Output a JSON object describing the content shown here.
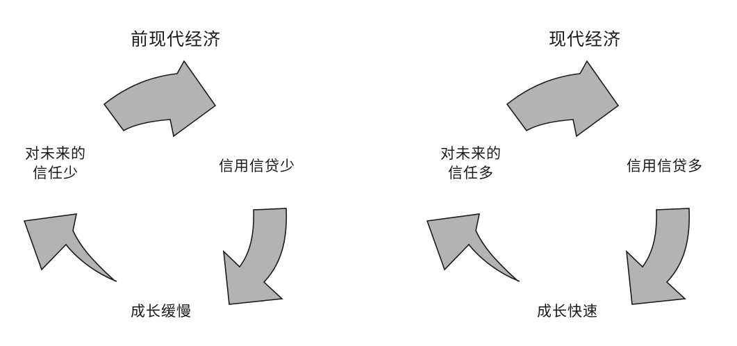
{
  "left_cycle": {
    "title": "前现代经济",
    "credit_label": "信用信贷少",
    "growth_label": "成长缓慢",
    "trust_line1": "对未来的",
    "trust_line2": "信任少"
  },
  "right_cycle": {
    "title": "现代经济",
    "credit_label": "信用信贷多",
    "growth_label": "成长快速",
    "trust_line1": "对未来的",
    "trust_line2": "信任多"
  },
  "colors": {
    "arrow_fill": "#b3b3b3",
    "arrow_stroke": "#1a1a1a",
    "text": "#1a1a1a"
  }
}
